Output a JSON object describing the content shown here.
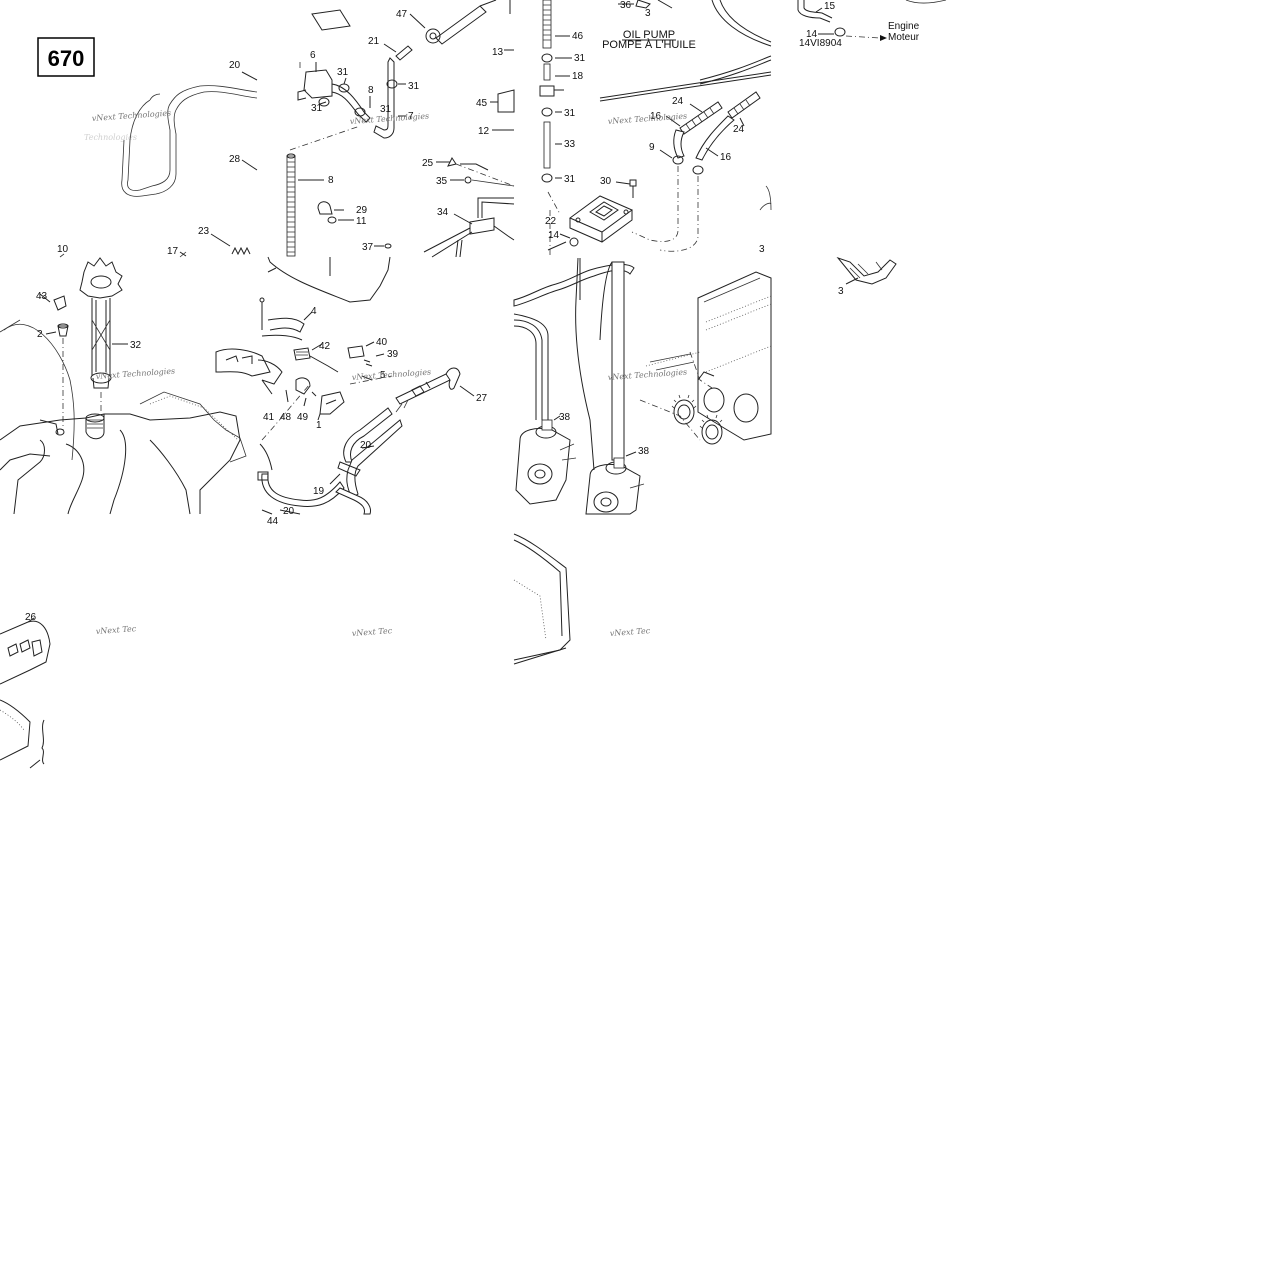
{
  "diagram": {
    "number": "670",
    "tiles": [
      {
        "id": "r0c0",
        "col": 0,
        "row": 0,
        "watermark": "vNext Technologies",
        "labels": [
          "20",
          "28",
          "23",
          "17",
          "10"
        ]
      },
      {
        "id": "r0c1",
        "col": 1,
        "row": 0,
        "watermark": "vNext Technologies",
        "labels": [
          "47",
          "21",
          "13",
          "6",
          "31",
          "31",
          "8",
          "31",
          "7",
          "31",
          "45",
          "12",
          "8",
          "25",
          "35",
          "29",
          "11",
          "34",
          "37"
        ]
      },
      {
        "id": "r0c2",
        "col": 2,
        "row": 0,
        "watermark": "vNext Technologies",
        "labels": [
          "36",
          "46",
          "31",
          "18",
          "31",
          "33",
          "31",
          "16",
          "24",
          "24",
          "9",
          "16",
          "30",
          "22",
          "14",
          "3"
        ],
        "title_en": "OIL PUMP",
        "title_fr": "POMPE À L'HUILE"
      },
      {
        "id": "r0c3",
        "col": 3,
        "row": 0,
        "labels": [
          "15",
          "14",
          "3"
        ],
        "engine_en": "Engine",
        "engine_fr": "Moteur",
        "ref": "14VI8904"
      },
      {
        "id": "r1c0",
        "col": 0,
        "row": 1,
        "watermark": "vNext Technologies",
        "labels": [
          "43",
          "2",
          "32"
        ]
      },
      {
        "id": "r1c1",
        "col": 1,
        "row": 1,
        "watermark": "vNext Technologies",
        "labels": [
          "4",
          "42",
          "40",
          "39",
          "5",
          "27",
          "41",
          "48",
          "49",
          "1",
          "20",
          "19",
          "20",
          "44"
        ]
      },
      {
        "id": "r1c2",
        "col": 2,
        "row": 1,
        "watermark": "vNext Technologies",
        "labels": [
          "38",
          "38"
        ]
      },
      {
        "id": "r2c0",
        "col": 0,
        "row": 2,
        "watermark": "vNext Tec",
        "labels": [
          "26"
        ]
      },
      {
        "id": "r2c1",
        "col": 1,
        "row": 2,
        "watermark": "vNext Tec",
        "labels": []
      },
      {
        "id": "r2c2",
        "col": 2,
        "row": 2,
        "watermark": "vNext Tec",
        "labels": []
      }
    ]
  }
}
